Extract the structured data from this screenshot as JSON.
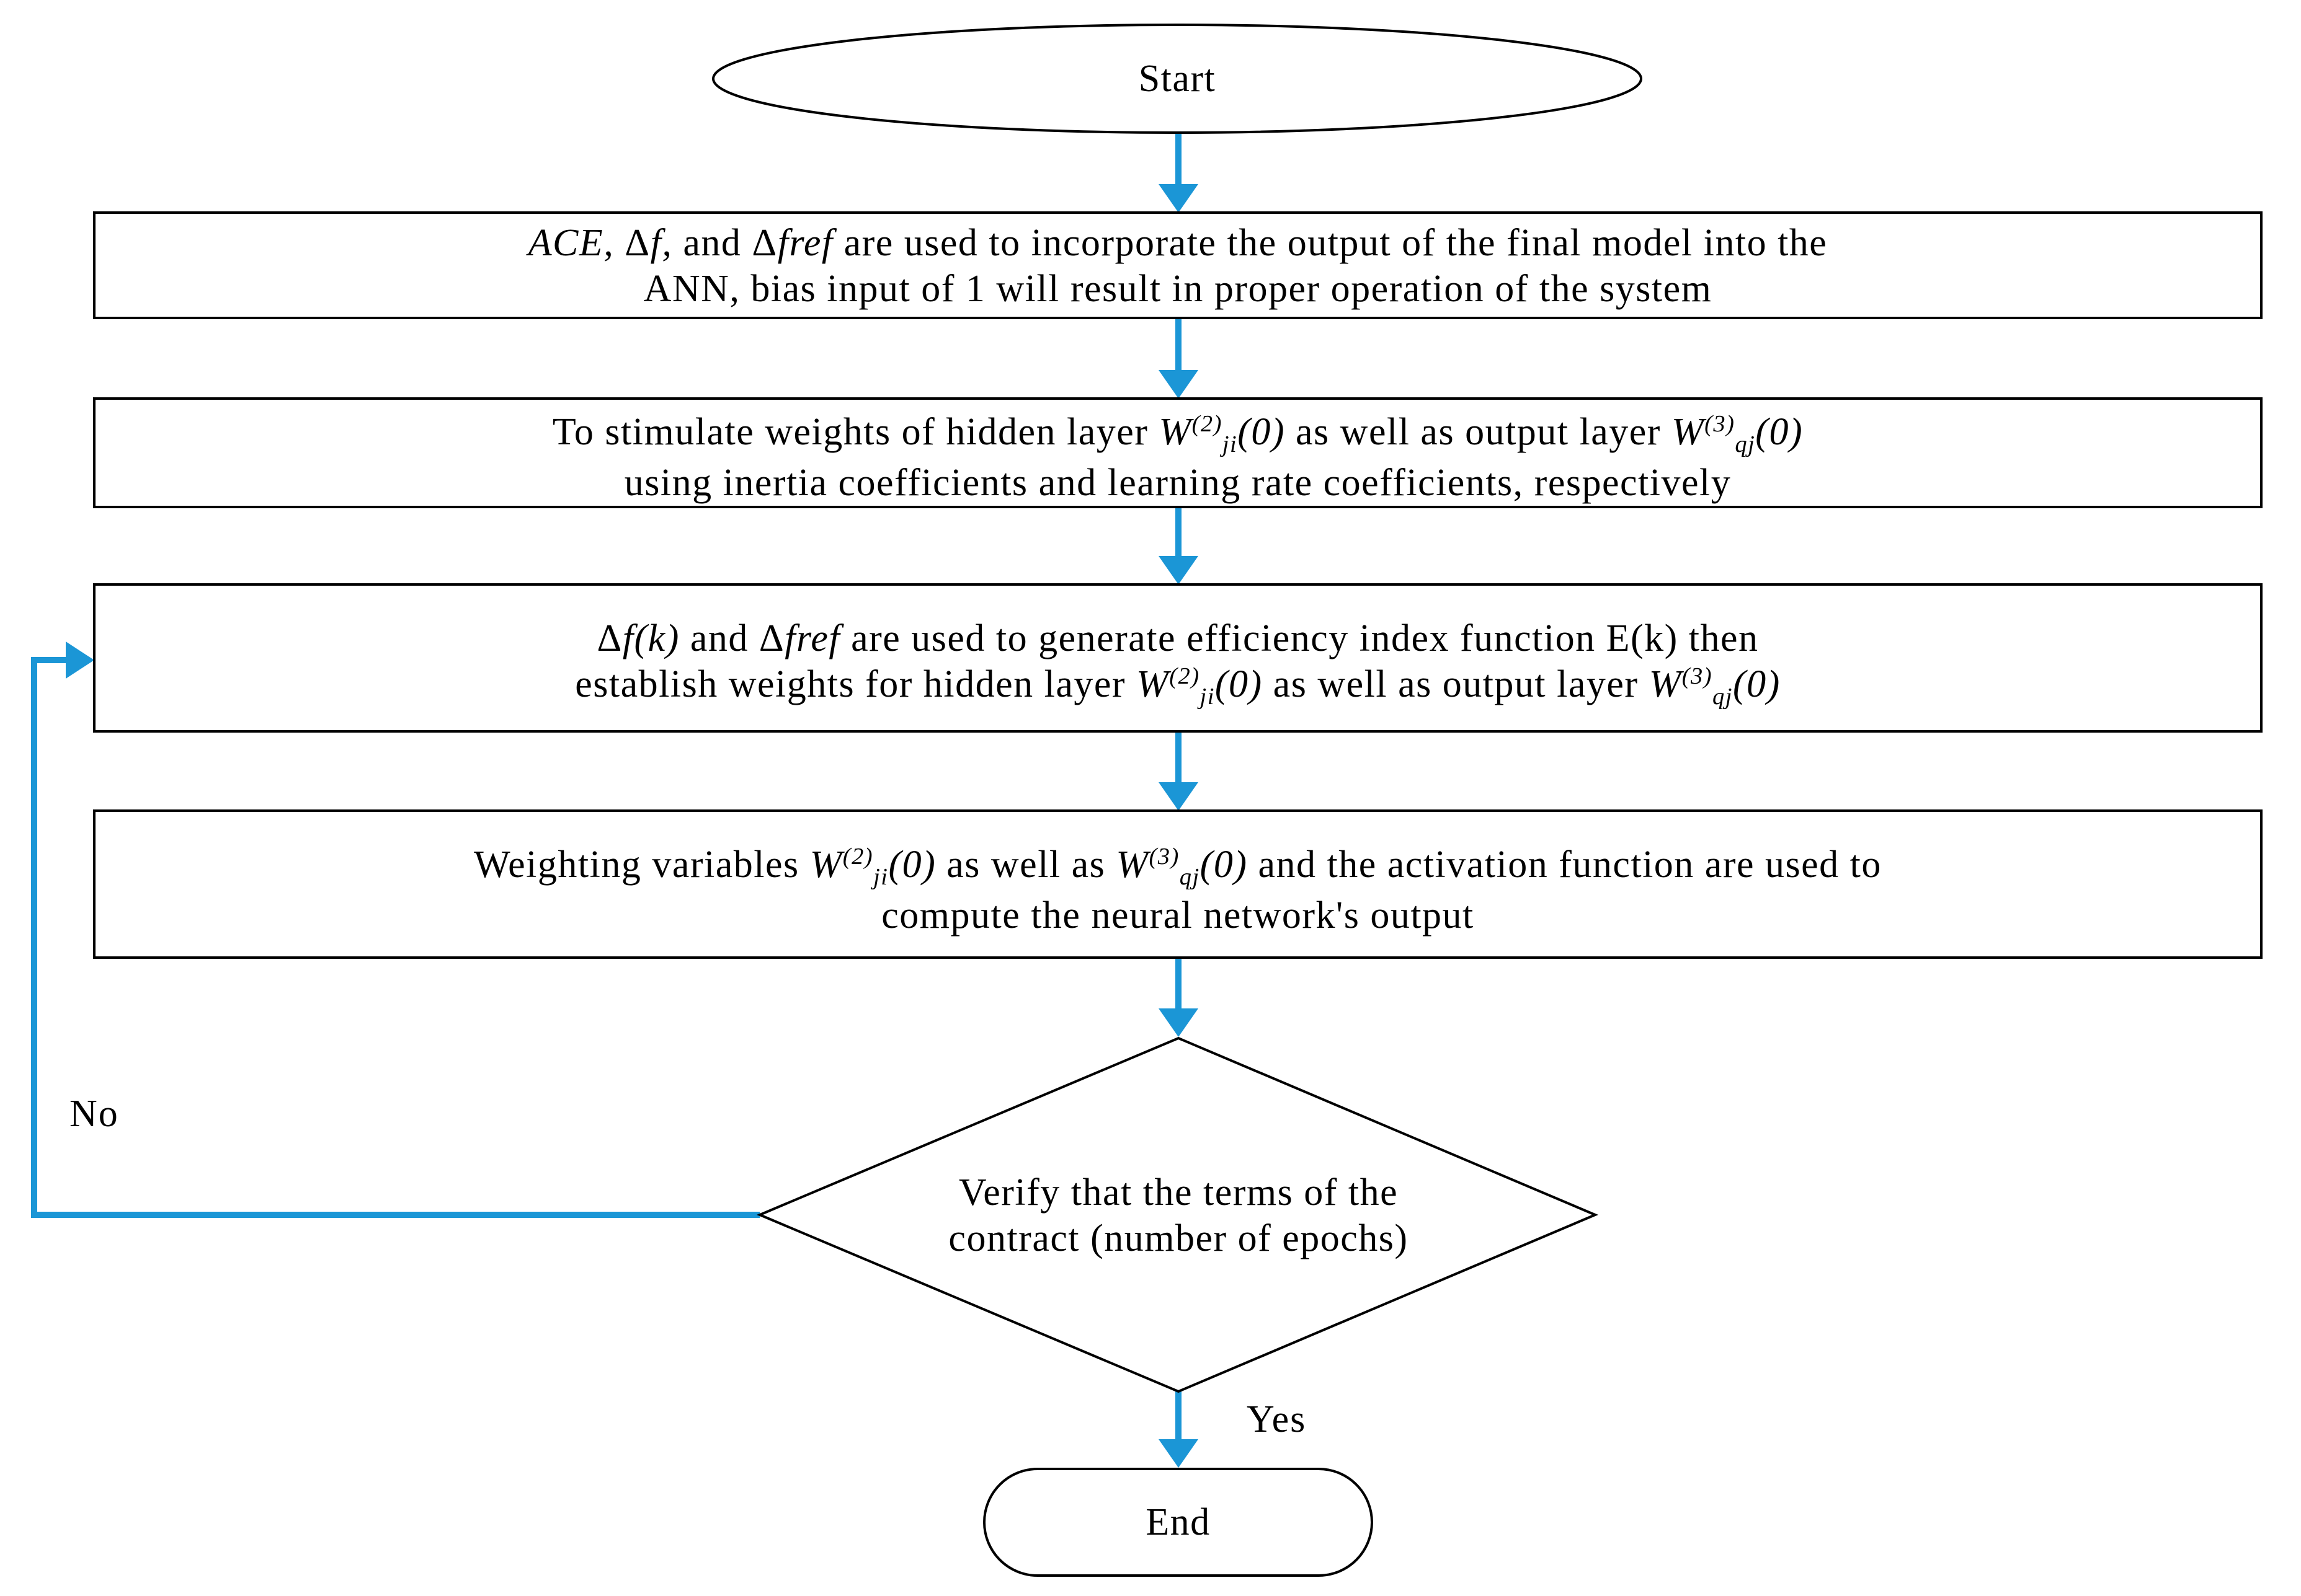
{
  "start": "Start",
  "end": "End",
  "steps": [
    {
      "line1": {
        "a": "ACE, ",
        "delta1": "Δ",
        "f": "f,",
        "and": " and ",
        "delta2": "Δ",
        "fref": "fref",
        "rest": " are used to incorporate the output of the final model into the"
      },
      "line2": "ANN, bias input of 1 will result in proper operation of the system"
    },
    {
      "line1": {
        "pre": "To stimulate weights of  hidden layer ",
        "w1": "W",
        "w1sup": "(2)",
        "w1sub": "ji",
        "w1arg": "(0)",
        "mid": " as well as output layer ",
        "w2": "W",
        "w2sup": "(3)",
        "w2sub": "qj",
        "w2arg": "(0)"
      },
      "line2": "using inertia coefficients and learning rate coefficients, respectively"
    },
    {
      "line1": {
        "delta1": "Δ",
        "fk": "f(k)",
        "and": " and ",
        "delta2": "Δ",
        "fref": "fref",
        "rest": " are used to generate efficiency index function E(k) then"
      },
      "line2": {
        "pre": "establish weights for hidden layer ",
        "w1": "W",
        "w1sup": "(2)",
        "w1sub": "ji",
        "w1arg": "(0)",
        "mid": " as well as output layer ",
        "w2": "W",
        "w2sup": "(3)",
        "w2sub": "qj",
        "w2arg": "(0)"
      }
    },
    {
      "line1": {
        "pre": "Weighting variables ",
        "w1": "W",
        "w1sup": "(2)",
        "w1sub": "ji",
        "w1arg": "(0)",
        "mid": " as well as ",
        "w2": "W",
        "w2sup": "(3)",
        "w2sub": "qj",
        "w2arg": "(0)",
        "rest": "  and the activation function are used to"
      },
      "line2": "compute the neural network's output"
    }
  ],
  "decision": {
    "line1": "Verify that the terms of the",
    "line2": "contract (number of epochs)"
  },
  "labels": {
    "no": "No",
    "yes": "Yes"
  },
  "colors": {
    "connector": "#1b96d6",
    "outline": "#000000"
  }
}
